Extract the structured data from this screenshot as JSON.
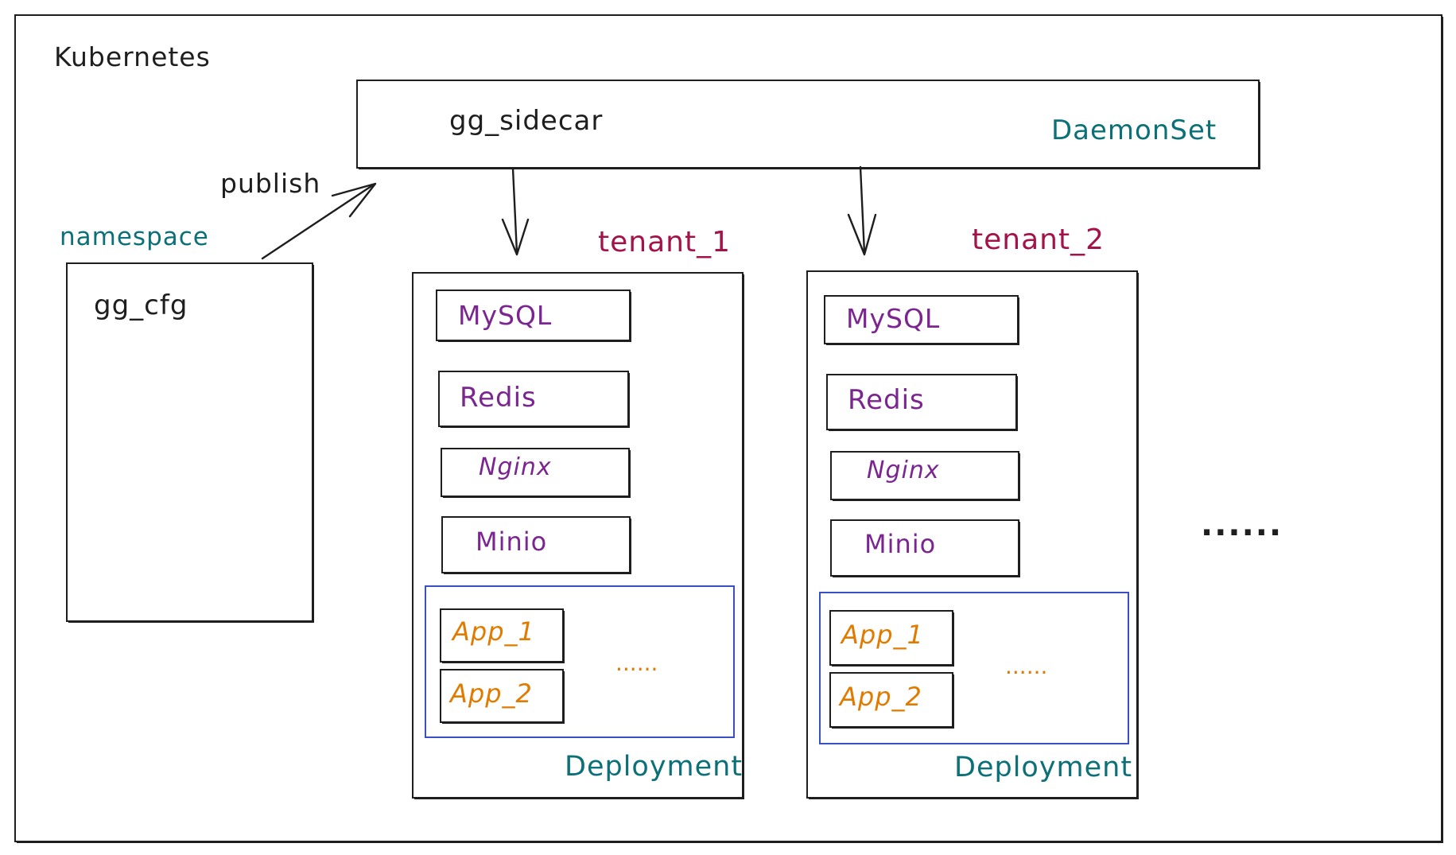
{
  "cluster": {
    "label": "Kubernetes"
  },
  "daemonset": {
    "name": "gg_sidecar",
    "kind": "DaemonSet"
  },
  "publish_label": "publish",
  "namespace": {
    "label": "namespace",
    "config": "gg_cfg"
  },
  "tenants": [
    {
      "name": "tenant_1",
      "services": [
        "MySQL",
        "Redis",
        "Nginx",
        "Minio"
      ],
      "apps": [
        "App_1",
        "App_2"
      ],
      "apps_more": "......",
      "kind": "Deployment"
    },
    {
      "name": "tenant_2",
      "services": [
        "MySQL",
        "Redis",
        "Nginx",
        "Minio"
      ],
      "apps": [
        "App_1",
        "App_2"
      ],
      "apps_more": "......",
      "kind": "Deployment"
    }
  ],
  "more_tenants": "......",
  "colors": {
    "stroke": "#1e1e1e",
    "teal": "#0c7078",
    "tenant": "#a3134a",
    "service": "#7b2590",
    "app": "#e07b00",
    "deployment_group": "#3b4fc4"
  }
}
